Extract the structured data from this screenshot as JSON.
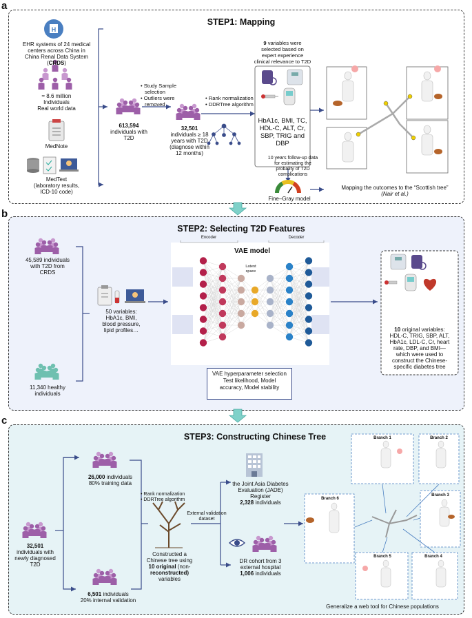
{
  "panels": {
    "a": {
      "letter": "a",
      "title": "STEP1: Mapping"
    },
    "b": {
      "letter": "b",
      "title": "STEP2: Selecting T2D Features"
    },
    "c": {
      "letter": "c",
      "title": "STEP3: Constructing Chinese Tree"
    }
  },
  "step1": {
    "ehr_line1": "EHR systems of 24 medical",
    "ehr_line2": "centers across China in",
    "ehr_line3": "China Renal Data System",
    "ehr_crds": "CRDS",
    "millions_line1": "≈ 8.6 million",
    "millions_line2": "Individuals",
    "millions_line3": "Real world data",
    "mednote": "MedNote",
    "medtext_line1": "MedText",
    "medtext_line2": "(laboratory results,",
    "medtext_line3": "ICD-10 code)",
    "count1_num": "613,594",
    "count1_line1": "individuals with",
    "count1_line2": "T2D",
    "bullet1_line1": "Study Sample",
    "bullet1_line2": "selection",
    "bullet2_line1": "Outliers were",
    "bullet2_line2": "removed",
    "count2_num": "32,501",
    "count2_line1": "individuals ≥ 18",
    "count2_line2": "years with T2D",
    "count2_line3": "(diagnose within",
    "count2_line4": "12 months)",
    "rank1": "Rank normalization",
    "rank2": "DDRTree algorithm",
    "vars_num": "9",
    "vars_line1": "variables were",
    "vars_line2": "selected based on",
    "vars_line3": "expert experience",
    "vars_line4": "clinical relevance to T2D",
    "vars_list_line1": "HbA1c, BMI, TC,",
    "vars_list_line2": "HDL-C, ALT, Cr,",
    "vars_list_line3": "SBP, TRIG and",
    "vars_list_line4": "DBP",
    "followup_line1": "10 years follow-up data",
    "followup_line2": "for estimating the",
    "followup_line3": "probality of T2D",
    "followup_line4": "complications",
    "finegray": "Fine–Gray model",
    "mapping_line1": "Mapping the outcomes to the “Scottish tree”",
    "mapping_line2": "(Nair et al.)"
  },
  "step2": {
    "crds_num": "45,589 individuals",
    "crds_line2": "with T2D from",
    "crds_line3": "CRDS",
    "healthy_line1": "11,340 healthy",
    "healthy_line2": "individuals",
    "vars_line1": "50  variables:",
    "vars_line2": "HbA1c, BMI,",
    "vars_line3": "blood pressure,",
    "vars_line4": "lipid profiles…",
    "encoder": "Encoder",
    "decoder": "Decoder",
    "vae_title": "VAE model",
    "latent_line1": "Latent",
    "latent_line2": "space",
    "hyper_line1": "VAE hyperparameter selection",
    "hyper_line2": "Test likelihood, Model",
    "hyper_line3": "accuracy, Model stability",
    "orig_num": "10",
    "orig_line1": "original variables:",
    "orig_line2": "HDL-C, TRIG, SBP, ALT,",
    "orig_line3": "HbA1c, LDL-C, Cr, heart",
    "orig_line4": "rate, DBP, and BMI—",
    "orig_line5": "which were used to",
    "orig_line6": "construct the Chinese-",
    "orig_line7": "specific diabetes tree"
  },
  "step3": {
    "left_num": "32,501",
    "left_line1": "individuals with",
    "left_line2": "newly diagnosed",
    "left_line3": "T2D",
    "train_num": "26,000",
    "train_line1": "individuals",
    "train_line2": "80% training data",
    "valid_num": "6,501",
    "valid_line1": "individuals",
    "valid_line2": "20% internal validation",
    "rank1": "Rank normalization",
    "rank2": "DDRTree algorithm",
    "ext_line1": "External validation",
    "ext_line2": "dataset",
    "tree_line1": "Constructed a",
    "tree_line2": "Chinese tree using",
    "tree_bold1": "10 original",
    "tree_line3": "(non-",
    "tree_bold2": "reconstructed)",
    "tree_line4": "variables",
    "jade_line1": "the Joint Asia Diabetes",
    "jade_line2": "Evaluation (JADE)",
    "jade_line3": "Register",
    "jade_num": "2,328",
    "jade_line4": "individuals",
    "dr_line1": "DR cohort from 3",
    "dr_line2": "external hospital",
    "dr_num": "1,006",
    "dr_line3": "individuals",
    "branches": [
      "Branch 1",
      "Branch 2",
      "Branch 3",
      "Branch 4",
      "Branch 5",
      "Branch 6"
    ],
    "web_tool": "Generalize a web tool for Chinese populations"
  },
  "colors": {
    "panel_a_bg": "#ffffff",
    "panel_b_bg": "#eef2fb",
    "panel_c_bg": "#e6f3f6",
    "people_purple": "#9d5fa8",
    "people_teal": "#6fc0b0",
    "arrow_blue": "#3a4c8a",
    "step_arrow": "#7fd1c9"
  }
}
